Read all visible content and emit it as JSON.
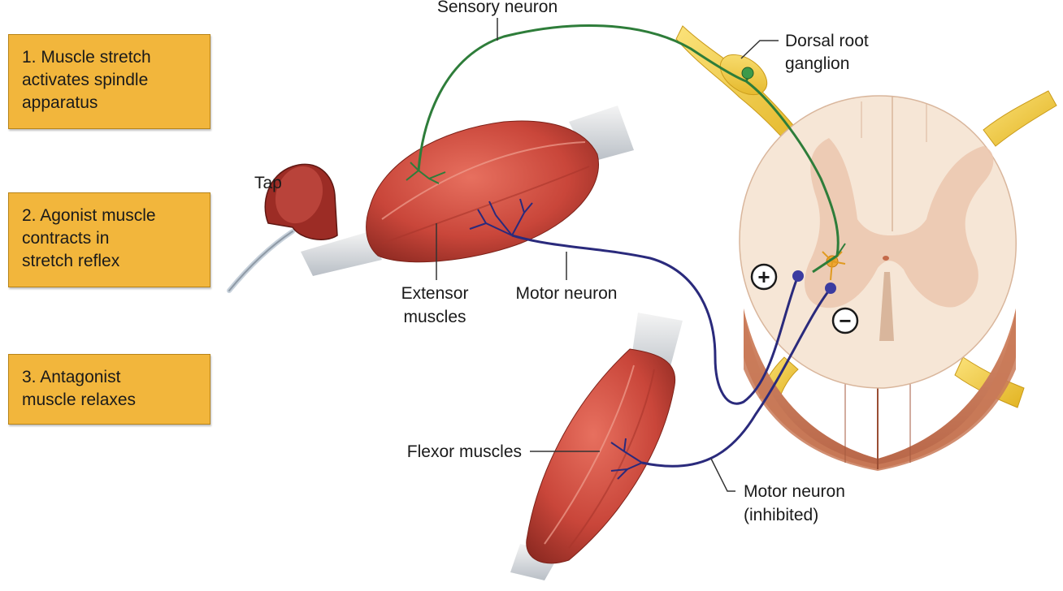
{
  "steps": [
    {
      "lines": [
        "1. Muscle stretch",
        "activates spindle",
        "apparatus"
      ]
    },
    {
      "lines": [
        "2. Agonist muscle",
        "contracts in",
        "stretch reflex"
      ]
    },
    {
      "lines": [
        "3. Antagonist",
        "muscle relaxes"
      ]
    }
  ],
  "labels": {
    "sensory_neuron": "Sensory neuron",
    "dorsal_root_ganglion": [
      "Dorsal root",
      "ganglion"
    ],
    "tap": "Tap",
    "extensor_muscles": [
      "Extensor",
      "muscles"
    ],
    "motor_neuron": "Motor neuron",
    "flexor_muscles": "Flexor muscles",
    "motor_neuron_inhibited": [
      "Motor neuron",
      "(inhibited)"
    ],
    "plus_symbol": "+",
    "minus_symbol": "−"
  },
  "colors": {
    "step_box": "#f2b63c",
    "sensory_neuron": "#2e7d3a",
    "motor_neuron": "#2a2a7c",
    "muscle": "#c9463a",
    "spinal_gray_matter": "#f1d7c3",
    "spinal_white_matter": "#f6e6d6",
    "nerve_root": "#f2cc4a"
  }
}
